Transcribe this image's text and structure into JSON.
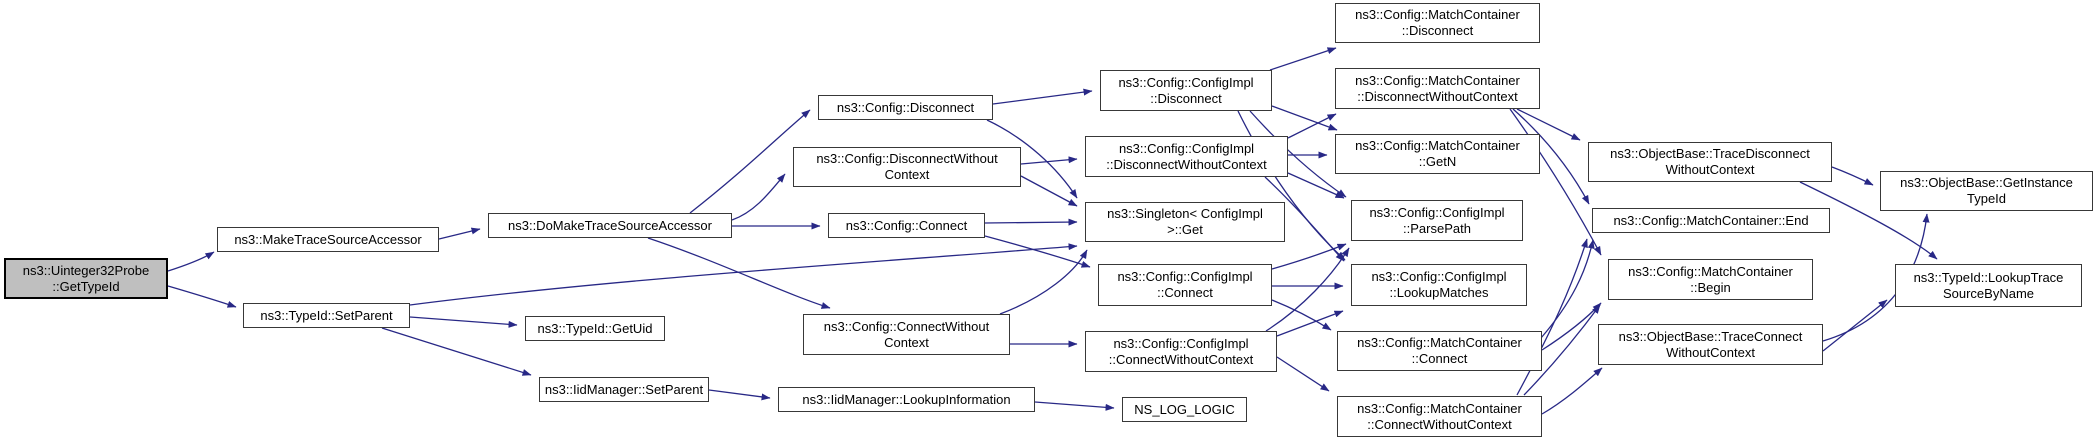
{
  "diagram": {
    "type": "call-graph",
    "root_function": "ns3::Uinteger32Probe::GetTypeId",
    "colors": {
      "edge": "#282886",
      "node_background": "#ffffff",
      "node_border": "#383838",
      "highlight_background": "#bfbfbf",
      "text": "#000000"
    }
  },
  "nodes": [
    {
      "id": "uinteger32probe-gettypeid",
      "highlighted": true,
      "lines": [
        "ns3::Uinteger32Probe",
        "::GetTypeId"
      ]
    },
    {
      "id": "maketracesourceaccessor",
      "highlighted": false,
      "lines": [
        "ns3::MakeTraceSourceAccessor"
      ]
    },
    {
      "id": "typeid-setparent",
      "highlighted": false,
      "lines": [
        "ns3::TypeId::SetParent"
      ]
    },
    {
      "id": "domaketracesourceaccessor",
      "highlighted": false,
      "lines": [
        "ns3::DoMakeTraceSourceAccessor"
      ]
    },
    {
      "id": "typeid-getuid",
      "highlighted": false,
      "lines": [
        "ns3::TypeId::GetUid"
      ]
    },
    {
      "id": "iidmanager-setparent",
      "highlighted": false,
      "lines": [
        "ns3::IidManager::SetParent"
      ]
    },
    {
      "id": "iidmanager-lookupinformation",
      "highlighted": false,
      "lines": [
        "ns3::IidManager::LookupInformation"
      ]
    },
    {
      "id": "config-disconnect",
      "highlighted": false,
      "lines": [
        "ns3::Config::Disconnect"
      ]
    },
    {
      "id": "config-disconnectwithoutcontext",
      "highlighted": false,
      "lines": [
        "ns3::Config::DisconnectWithout",
        "Context"
      ]
    },
    {
      "id": "config-connect",
      "highlighted": false,
      "lines": [
        "ns3::Config::Connect"
      ]
    },
    {
      "id": "config-connectwithoutcontext",
      "highlighted": false,
      "lines": [
        "ns3::Config::ConnectWithout",
        "Context"
      ]
    },
    {
      "id": "configimpl-disconnect",
      "highlighted": false,
      "lines": [
        "ns3::Config::ConfigImpl",
        "::Disconnect"
      ]
    },
    {
      "id": "configimpl-disconnectwithoutcontext",
      "highlighted": false,
      "lines": [
        "ns3::Config::ConfigImpl",
        "::DisconnectWithoutContext"
      ]
    },
    {
      "id": "singleton-configimpl-get",
      "highlighted": false,
      "lines": [
        "ns3::Singleton< ConfigImpl",
        ">::Get"
      ]
    },
    {
      "id": "configimpl-connect",
      "highlighted": false,
      "lines": [
        "ns3::Config::ConfigImpl",
        "::Connect"
      ]
    },
    {
      "id": "configimpl-connectwithoutcontext",
      "highlighted": false,
      "lines": [
        "ns3::Config::ConfigImpl",
        "::ConnectWithoutContext"
      ]
    },
    {
      "id": "ns-log-logic",
      "highlighted": false,
      "lines": [
        "NS_LOG_LOGIC"
      ]
    },
    {
      "id": "matchcontainer-disconnect",
      "highlighted": false,
      "lines": [
        "ns3::Config::MatchContainer",
        "::Disconnect"
      ]
    },
    {
      "id": "matchcontainer-disconnectwithoutcontext",
      "highlighted": false,
      "lines": [
        "ns3::Config::MatchContainer",
        "::DisconnectWithoutContext"
      ]
    },
    {
      "id": "matchcontainer-getn",
      "highlighted": false,
      "lines": [
        "ns3::Config::MatchContainer",
        "::GetN"
      ]
    },
    {
      "id": "configimpl-parsepath",
      "highlighted": false,
      "lines": [
        "ns3::Config::ConfigImpl",
        "::ParsePath"
      ]
    },
    {
      "id": "configimpl-lookupmatches",
      "highlighted": false,
      "lines": [
        "ns3::Config::ConfigImpl",
        "::LookupMatches"
      ]
    },
    {
      "id": "matchcontainer-connect",
      "highlighted": false,
      "lines": [
        "ns3::Config::MatchContainer",
        "::Connect"
      ]
    },
    {
      "id": "matchcontainer-connectwithoutcontext",
      "highlighted": false,
      "lines": [
        "ns3::Config::MatchContainer",
        "::ConnectWithoutContext"
      ]
    },
    {
      "id": "objectbase-tracedisconnectwithoutcontext",
      "highlighted": false,
      "lines": [
        "ns3::ObjectBase::TraceDisconnect",
        "WithoutContext"
      ]
    },
    {
      "id": "matchcontainer-end",
      "highlighted": false,
      "lines": [
        "ns3::Config::MatchContainer::End"
      ]
    },
    {
      "id": "matchcontainer-begin",
      "highlighted": false,
      "lines": [
        "ns3::Config::MatchContainer",
        "::Begin"
      ]
    },
    {
      "id": "objectbase-traceconnectwithoutcontext",
      "highlighted": false,
      "lines": [
        "ns3::ObjectBase::TraceConnect",
        "WithoutContext"
      ]
    },
    {
      "id": "objectbase-getinstancetypeid",
      "highlighted": false,
      "lines": [
        "ns3::ObjectBase::GetInstance",
        "TypeId"
      ]
    },
    {
      "id": "typeid-lookuptracesourcebyname",
      "highlighted": false,
      "lines": [
        "ns3::TypeId::LookupTrace",
        "SourceByName"
      ]
    }
  ],
  "edges": [
    {
      "from": "uinteger32probe-gettypeid",
      "to": "maketracesourceaccessor"
    },
    {
      "from": "uinteger32probe-gettypeid",
      "to": "typeid-setparent"
    },
    {
      "from": "maketracesourceaccessor",
      "to": "domaketracesourceaccessor"
    },
    {
      "from": "typeid-setparent",
      "to": "typeid-getuid"
    },
    {
      "from": "typeid-setparent",
      "to": "iidmanager-setparent"
    },
    {
      "from": "typeid-setparent",
      "to": "singleton-configimpl-get"
    },
    {
      "from": "iidmanager-setparent",
      "to": "iidmanager-lookupinformation"
    },
    {
      "from": "iidmanager-lookupinformation",
      "to": "ns-log-logic"
    },
    {
      "from": "domaketracesourceaccessor",
      "to": "config-disconnect"
    },
    {
      "from": "domaketracesourceaccessor",
      "to": "config-disconnectwithoutcontext"
    },
    {
      "from": "domaketracesourceaccessor",
      "to": "config-connect"
    },
    {
      "from": "domaketracesourceaccessor",
      "to": "config-connectwithoutcontext"
    },
    {
      "from": "config-disconnect",
      "to": "configimpl-disconnect"
    },
    {
      "from": "config-disconnect",
      "to": "singleton-configimpl-get"
    },
    {
      "from": "config-disconnectwithoutcontext",
      "to": "configimpl-disconnectwithoutcontext"
    },
    {
      "from": "config-disconnectwithoutcontext",
      "to": "singleton-configimpl-get"
    },
    {
      "from": "config-connect",
      "to": "singleton-configimpl-get"
    },
    {
      "from": "config-connect",
      "to": "configimpl-connect"
    },
    {
      "from": "config-connectwithoutcontext",
      "to": "singleton-configimpl-get"
    },
    {
      "from": "config-connectwithoutcontext",
      "to": "configimpl-connectwithoutcontext"
    },
    {
      "from": "configimpl-disconnect",
      "to": "matchcontainer-disconnect"
    },
    {
      "from": "configimpl-disconnect",
      "to": "matchcontainer-getn"
    },
    {
      "from": "configimpl-disconnect",
      "to": "configimpl-parsepath"
    },
    {
      "from": "configimpl-disconnect",
      "to": "configimpl-lookupmatches"
    },
    {
      "from": "configimpl-disconnectwithoutcontext",
      "to": "matchcontainer-disconnectwithoutcontext"
    },
    {
      "from": "configimpl-disconnectwithoutcontext",
      "to": "matchcontainer-getn"
    },
    {
      "from": "configimpl-disconnectwithoutcontext",
      "to": "configimpl-parsepath"
    },
    {
      "from": "configimpl-disconnectwithoutcontext",
      "to": "configimpl-lookupmatches"
    },
    {
      "from": "configimpl-connect",
      "to": "configimpl-parsepath"
    },
    {
      "from": "configimpl-connect",
      "to": "configimpl-lookupmatches"
    },
    {
      "from": "configimpl-connect",
      "to": "matchcontainer-connect"
    },
    {
      "from": "configimpl-connectwithoutcontext",
      "to": "configimpl-parsepath"
    },
    {
      "from": "configimpl-connectwithoutcontext",
      "to": "configimpl-lookupmatches"
    },
    {
      "from": "configimpl-connectwithoutcontext",
      "to": "matchcontainer-connectwithoutcontext"
    },
    {
      "from": "matchcontainer-disconnectwithoutcontext",
      "to": "objectbase-tracedisconnectwithoutcontext"
    },
    {
      "from": "matchcontainer-disconnectwithoutcontext",
      "to": "matchcontainer-end"
    },
    {
      "from": "matchcontainer-disconnectwithoutcontext",
      "to": "matchcontainer-begin"
    },
    {
      "from": "matchcontainer-connect",
      "to": "matchcontainer-end"
    },
    {
      "from": "matchcontainer-connect",
      "to": "matchcontainer-begin"
    },
    {
      "from": "matchcontainer-connectwithoutcontext",
      "to": "matchcontainer-end"
    },
    {
      "from": "matchcontainer-connectwithoutcontext",
      "to": "matchcontainer-begin"
    },
    {
      "from": "matchcontainer-connectwithoutcontext",
      "to": "objectbase-traceconnectwithoutcontext"
    },
    {
      "from": "objectbase-tracedisconnectwithoutcontext",
      "to": "objectbase-getinstancetypeid"
    },
    {
      "from": "objectbase-tracedisconnectwithoutcontext",
      "to": "typeid-lookuptracesourcebyname"
    },
    {
      "from": "objectbase-traceconnectwithoutcontext",
      "to": "objectbase-getinstancetypeid"
    },
    {
      "from": "objectbase-traceconnectwithoutcontext",
      "to": "typeid-lookuptracesourcebyname"
    }
  ]
}
